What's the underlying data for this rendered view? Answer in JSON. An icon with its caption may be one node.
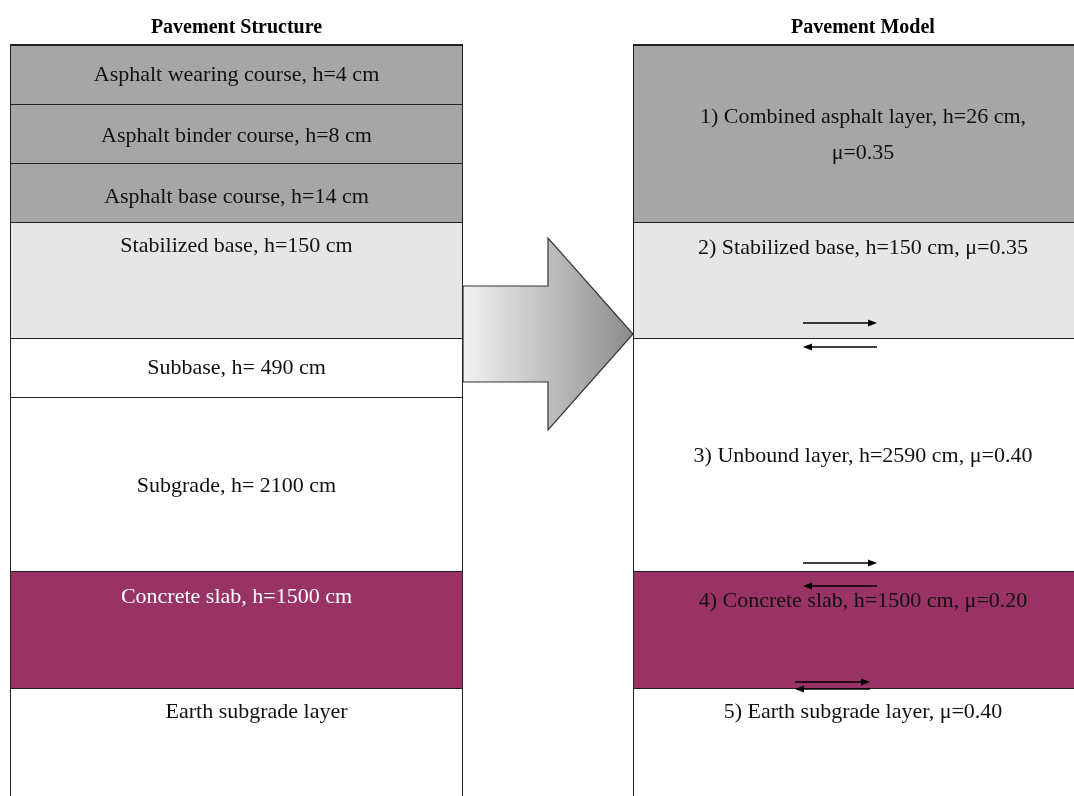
{
  "diagram": {
    "nodes": [
      {
        "text": [
          "Pavement Structure"
        ]
      },
      {
        "text": [
          "Asphalt wearing course, h=4 cm"
        ],
        "in": 0
      },
      {
        "text": [
          "Asphalt binder course, h=8 cm"
        ],
        "in": 0
      },
      {
        "text": [
          "Asphalt base course, h=14 cm"
        ],
        "in": 0
      },
      {
        "text": [
          "Stabilized base, h=150 cm"
        ],
        "in": 0
      },
      {
        "text": [
          "Subbase, h= 490 cm"
        ],
        "in": 0
      },
      {
        "text": [
          "Subgrade, h= 2100 cm"
        ],
        "in": 0
      },
      {
        "text": [
          "Concrete slab, h=1500 cm"
        ],
        "in": 0
      },
      {
        "text": [
          "Earth subgrade layer"
        ],
        "in": 0
      },
      {
        "text": [
          "Pavement Model"
        ]
      },
      {
        "text": [
          "1) Combined asphalt layer, h=26 cm, μ=0.35"
        ],
        "in": 9
      },
      {
        "text": [
          "2) Stabilized base, h=150 cm, μ=0.35"
        ],
        "in": 9
      },
      {
        "text": [
          "3) Unbound layer, h=2590 cm, μ=0.40"
        ],
        "in": 9
      },
      {
        "text": [
          "4) Concrete slab, h=1500 cm, μ=0.20"
        ],
        "in": 9
      },
      {
        "text": [
          "5) Earth subgrade layer, μ=0.40"
        ],
        "in": 9
      }
    ],
    "edges": [
      {
        "from": 0,
        "to": 9,
        "arrow": "to"
      }
    ]
  }
}
